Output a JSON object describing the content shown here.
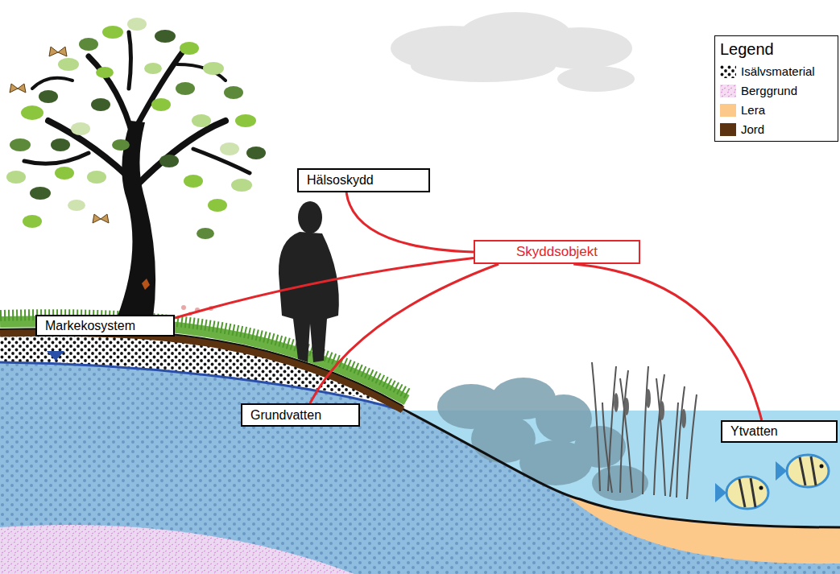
{
  "diagram": {
    "nodes": [
      {
        "text": [
          "Hälsoskydd"
        ]
      },
      {
        "text": [
          "Skyddsobjekt"
        ]
      },
      {
        "text": [
          "Markekosystem"
        ]
      },
      {
        "text": [
          "Grundvatten"
        ]
      },
      {
        "text": [
          "Ytvatten"
        ]
      }
    ],
    "edges": [
      {
        "from": 1,
        "to": 0,
        "arrow": "none"
      },
      {
        "from": 1,
        "to": 2,
        "arrow": "none"
      },
      {
        "from": 1,
        "to": 3,
        "arrow": "none"
      },
      {
        "from": 1,
        "to": 4,
        "arrow": "none"
      }
    ],
    "labels": [
      "Legend"
    ],
    "legend": [
      {
        "text": "Isälvsmaterial"
      },
      {
        "text": "Berggrund"
      },
      {
        "text": "Lera",
        "color": "#fcc98b"
      },
      {
        "text": "Jord",
        "color": "#5c3311"
      }
    ]
  }
}
